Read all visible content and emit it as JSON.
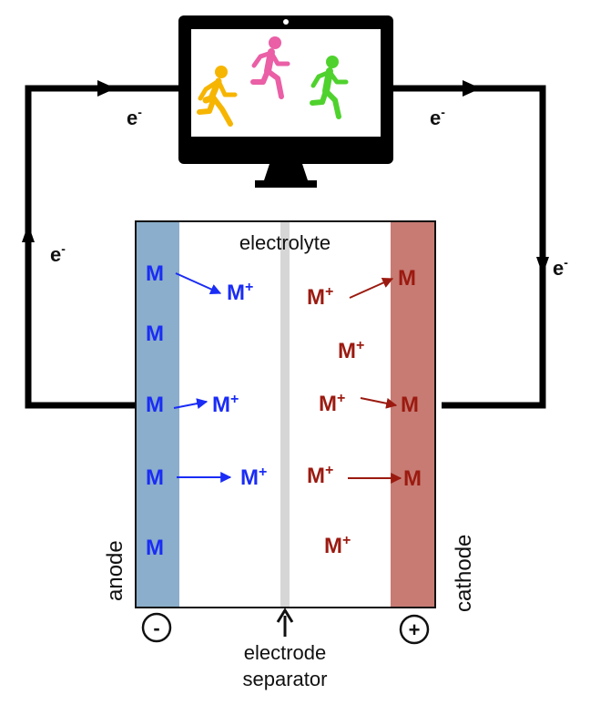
{
  "colors": {
    "anode": "#8aaecb",
    "cathode": "#c77b73",
    "separator": "#d6d6d6",
    "anode_text": "#1a2cf5",
    "cathode_text": "#9b1a10",
    "wire": "#000000",
    "runner_yellow": "#f6b500",
    "runner_pink": "#ea5fa6",
    "runner_green": "#4fd22d"
  },
  "labels": {
    "electrolyte": "electrolyte",
    "anode": "anode",
    "cathode": "cathode",
    "separator_line1": "electrode",
    "separator_line2": "separator",
    "negative_terminal": "-",
    "positive_terminal": "+"
  },
  "electron": {
    "symbol": "e",
    "charge": "-"
  },
  "anode_species": {
    "atom": "M",
    "ion": "M",
    "ion_charge": "+"
  },
  "cathode_species": {
    "atom": "M",
    "ion": "M",
    "ion_charge": "+"
  },
  "device": {
    "icon": "monitor-icon",
    "screen_content": [
      "runner-yellow-icon",
      "runner-pink-icon",
      "runner-green-icon"
    ]
  }
}
